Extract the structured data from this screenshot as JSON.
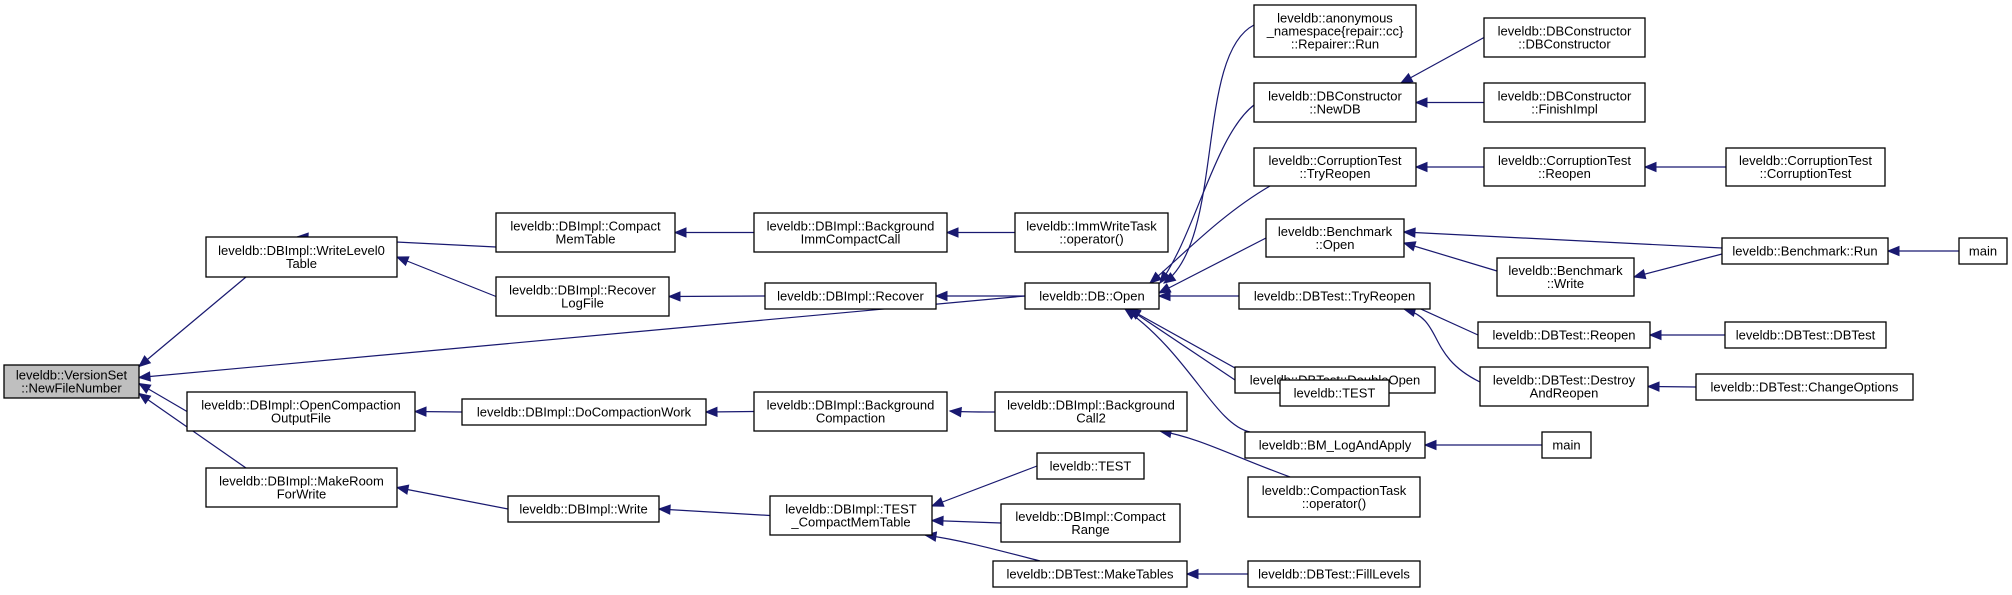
{
  "graph": {
    "edge_color": "#191970",
    "root_fill": "#bfbfbf",
    "nodes": [
      {
        "id": "n0",
        "lines": [
          "leveldb::VersionSet",
          "::NewFileNumber"
        ],
        "root": true
      },
      {
        "id": "n1",
        "lines": [
          "leveldb::DBImpl::WriteLevel0",
          "Table"
        ]
      },
      {
        "id": "n2",
        "lines": [
          "leveldb::DBImpl::Compact",
          "MemTable"
        ]
      },
      {
        "id": "n3",
        "lines": [
          "leveldb::DBImpl::Background",
          "ImmCompactCall"
        ]
      },
      {
        "id": "n4",
        "lines": [
          "leveldb::ImmWriteTask",
          "::operator()"
        ]
      },
      {
        "id": "n5",
        "lines": [
          "leveldb::DBImpl::Recover",
          "LogFile"
        ]
      },
      {
        "id": "n6",
        "lines": [
          "leveldb::DBImpl::Recover"
        ]
      },
      {
        "id": "n7",
        "lines": [
          "leveldb::DB::Open"
        ]
      },
      {
        "id": "n8",
        "lines": [
          "leveldb::anonymous",
          "_namespace{repair::cc}",
          "::Repairer::Run"
        ]
      },
      {
        "id": "n9",
        "lines": [
          "leveldb::DBConstructor",
          "::NewDB"
        ]
      },
      {
        "id": "n10",
        "lines": [
          "leveldb::DBConstructor",
          "::DBConstructor"
        ]
      },
      {
        "id": "n11",
        "lines": [
          "leveldb::DBConstructor",
          "::FinishImpl"
        ]
      },
      {
        "id": "n12",
        "lines": [
          "leveldb::CorruptionTest",
          "::TryReopen"
        ]
      },
      {
        "id": "n13",
        "lines": [
          "leveldb::CorruptionTest",
          "::Reopen"
        ]
      },
      {
        "id": "n14",
        "lines": [
          "leveldb::CorruptionTest",
          "::CorruptionTest"
        ]
      },
      {
        "id": "n15",
        "lines": [
          "leveldb::Benchmark",
          "::Open"
        ]
      },
      {
        "id": "n16",
        "lines": [
          "leveldb::Benchmark::Run"
        ]
      },
      {
        "id": "n17",
        "lines": [
          "main"
        ]
      },
      {
        "id": "n18",
        "lines": [
          "leveldb::Benchmark",
          "::Write"
        ]
      },
      {
        "id": "n19",
        "lines": [
          "leveldb::DBTest::TryReopen"
        ]
      },
      {
        "id": "n20",
        "lines": [
          "leveldb::DBTest::Reopen"
        ]
      },
      {
        "id": "n21",
        "lines": [
          "leveldb::DBTest::DBTest"
        ]
      },
      {
        "id": "n22",
        "lines": [
          "leveldb::DBTest::Destroy",
          "AndReopen"
        ]
      },
      {
        "id": "n23",
        "lines": [
          "leveldb::DBTest::ChangeOptions"
        ]
      },
      {
        "id": "n24",
        "lines": [
          "leveldb::DBTest::DoubleOpen"
        ]
      },
      {
        "id": "n25",
        "lines": [
          "leveldb::TEST"
        ]
      },
      {
        "id": "n26",
        "lines": [
          "leveldb::BM_LogAndApply"
        ]
      },
      {
        "id": "n27",
        "lines": [
          "main"
        ]
      },
      {
        "id": "n28",
        "lines": [
          "leveldb::DBImpl::OpenCompaction",
          "OutputFile"
        ]
      },
      {
        "id": "n29",
        "lines": [
          "leveldb::DBImpl::DoCompactionWork"
        ]
      },
      {
        "id": "n30",
        "lines": [
          "leveldb::DBImpl::Background",
          "Compaction"
        ]
      },
      {
        "id": "n31",
        "lines": [
          "leveldb::DBImpl::Background",
          "Call2"
        ]
      },
      {
        "id": "n32",
        "lines": [
          "leveldb::CompactionTask",
          "::operator()"
        ]
      },
      {
        "id": "n33",
        "lines": [
          "leveldb::DBImpl::MakeRoom",
          "ForWrite"
        ]
      },
      {
        "id": "n34",
        "lines": [
          "leveldb::DBImpl::Write"
        ]
      },
      {
        "id": "n35",
        "lines": [
          "leveldb::DBImpl::TEST",
          "_CompactMemTable"
        ]
      },
      {
        "id": "n36",
        "lines": [
          "leveldb::TEST"
        ]
      },
      {
        "id": "n37",
        "lines": [
          "leveldb::DBImpl::Compact",
          "Range"
        ]
      },
      {
        "id": "n38",
        "lines": [
          "leveldb::DBTest::MakeTables"
        ]
      },
      {
        "id": "n39",
        "lines": [
          "leveldb::DBTest::FillLevels"
        ]
      }
    ],
    "edges": [
      [
        "n1",
        "n0"
      ],
      [
        "n7",
        "n0"
      ],
      [
        "n28",
        "n0"
      ],
      [
        "n33",
        "n0"
      ],
      [
        "n2",
        "n1"
      ],
      [
        "n5",
        "n1"
      ],
      [
        "n3",
        "n2"
      ],
      [
        "n4",
        "n3"
      ],
      [
        "n6",
        "n5"
      ],
      [
        "n7",
        "n6"
      ],
      [
        "n8",
        "n7"
      ],
      [
        "n9",
        "n7"
      ],
      [
        "n12",
        "n7"
      ],
      [
        "n15",
        "n7"
      ],
      [
        "n19",
        "n7"
      ],
      [
        "n24",
        "n7"
      ],
      [
        "n25",
        "n7"
      ],
      [
        "n26",
        "n7"
      ],
      [
        "n10",
        "n9"
      ],
      [
        "n11",
        "n9"
      ],
      [
        "n13",
        "n12"
      ],
      [
        "n14",
        "n13"
      ],
      [
        "n16",
        "n15"
      ],
      [
        "n18",
        "n15"
      ],
      [
        "n17",
        "n16"
      ],
      [
        "n16",
        "n18"
      ],
      [
        "n20",
        "n19"
      ],
      [
        "n22",
        "n19"
      ],
      [
        "n21",
        "n20"
      ],
      [
        "n23",
        "n22"
      ],
      [
        "n27",
        "n26"
      ],
      [
        "n29",
        "n28"
      ],
      [
        "n30",
        "n29"
      ],
      [
        "n31",
        "n30"
      ],
      [
        "n32",
        "n31"
      ],
      [
        "n34",
        "n33"
      ],
      [
        "n35",
        "n34"
      ],
      [
        "n36",
        "n35"
      ],
      [
        "n37",
        "n35"
      ],
      [
        "n38",
        "n35"
      ],
      [
        "n39",
        "n38"
      ]
    ]
  }
}
